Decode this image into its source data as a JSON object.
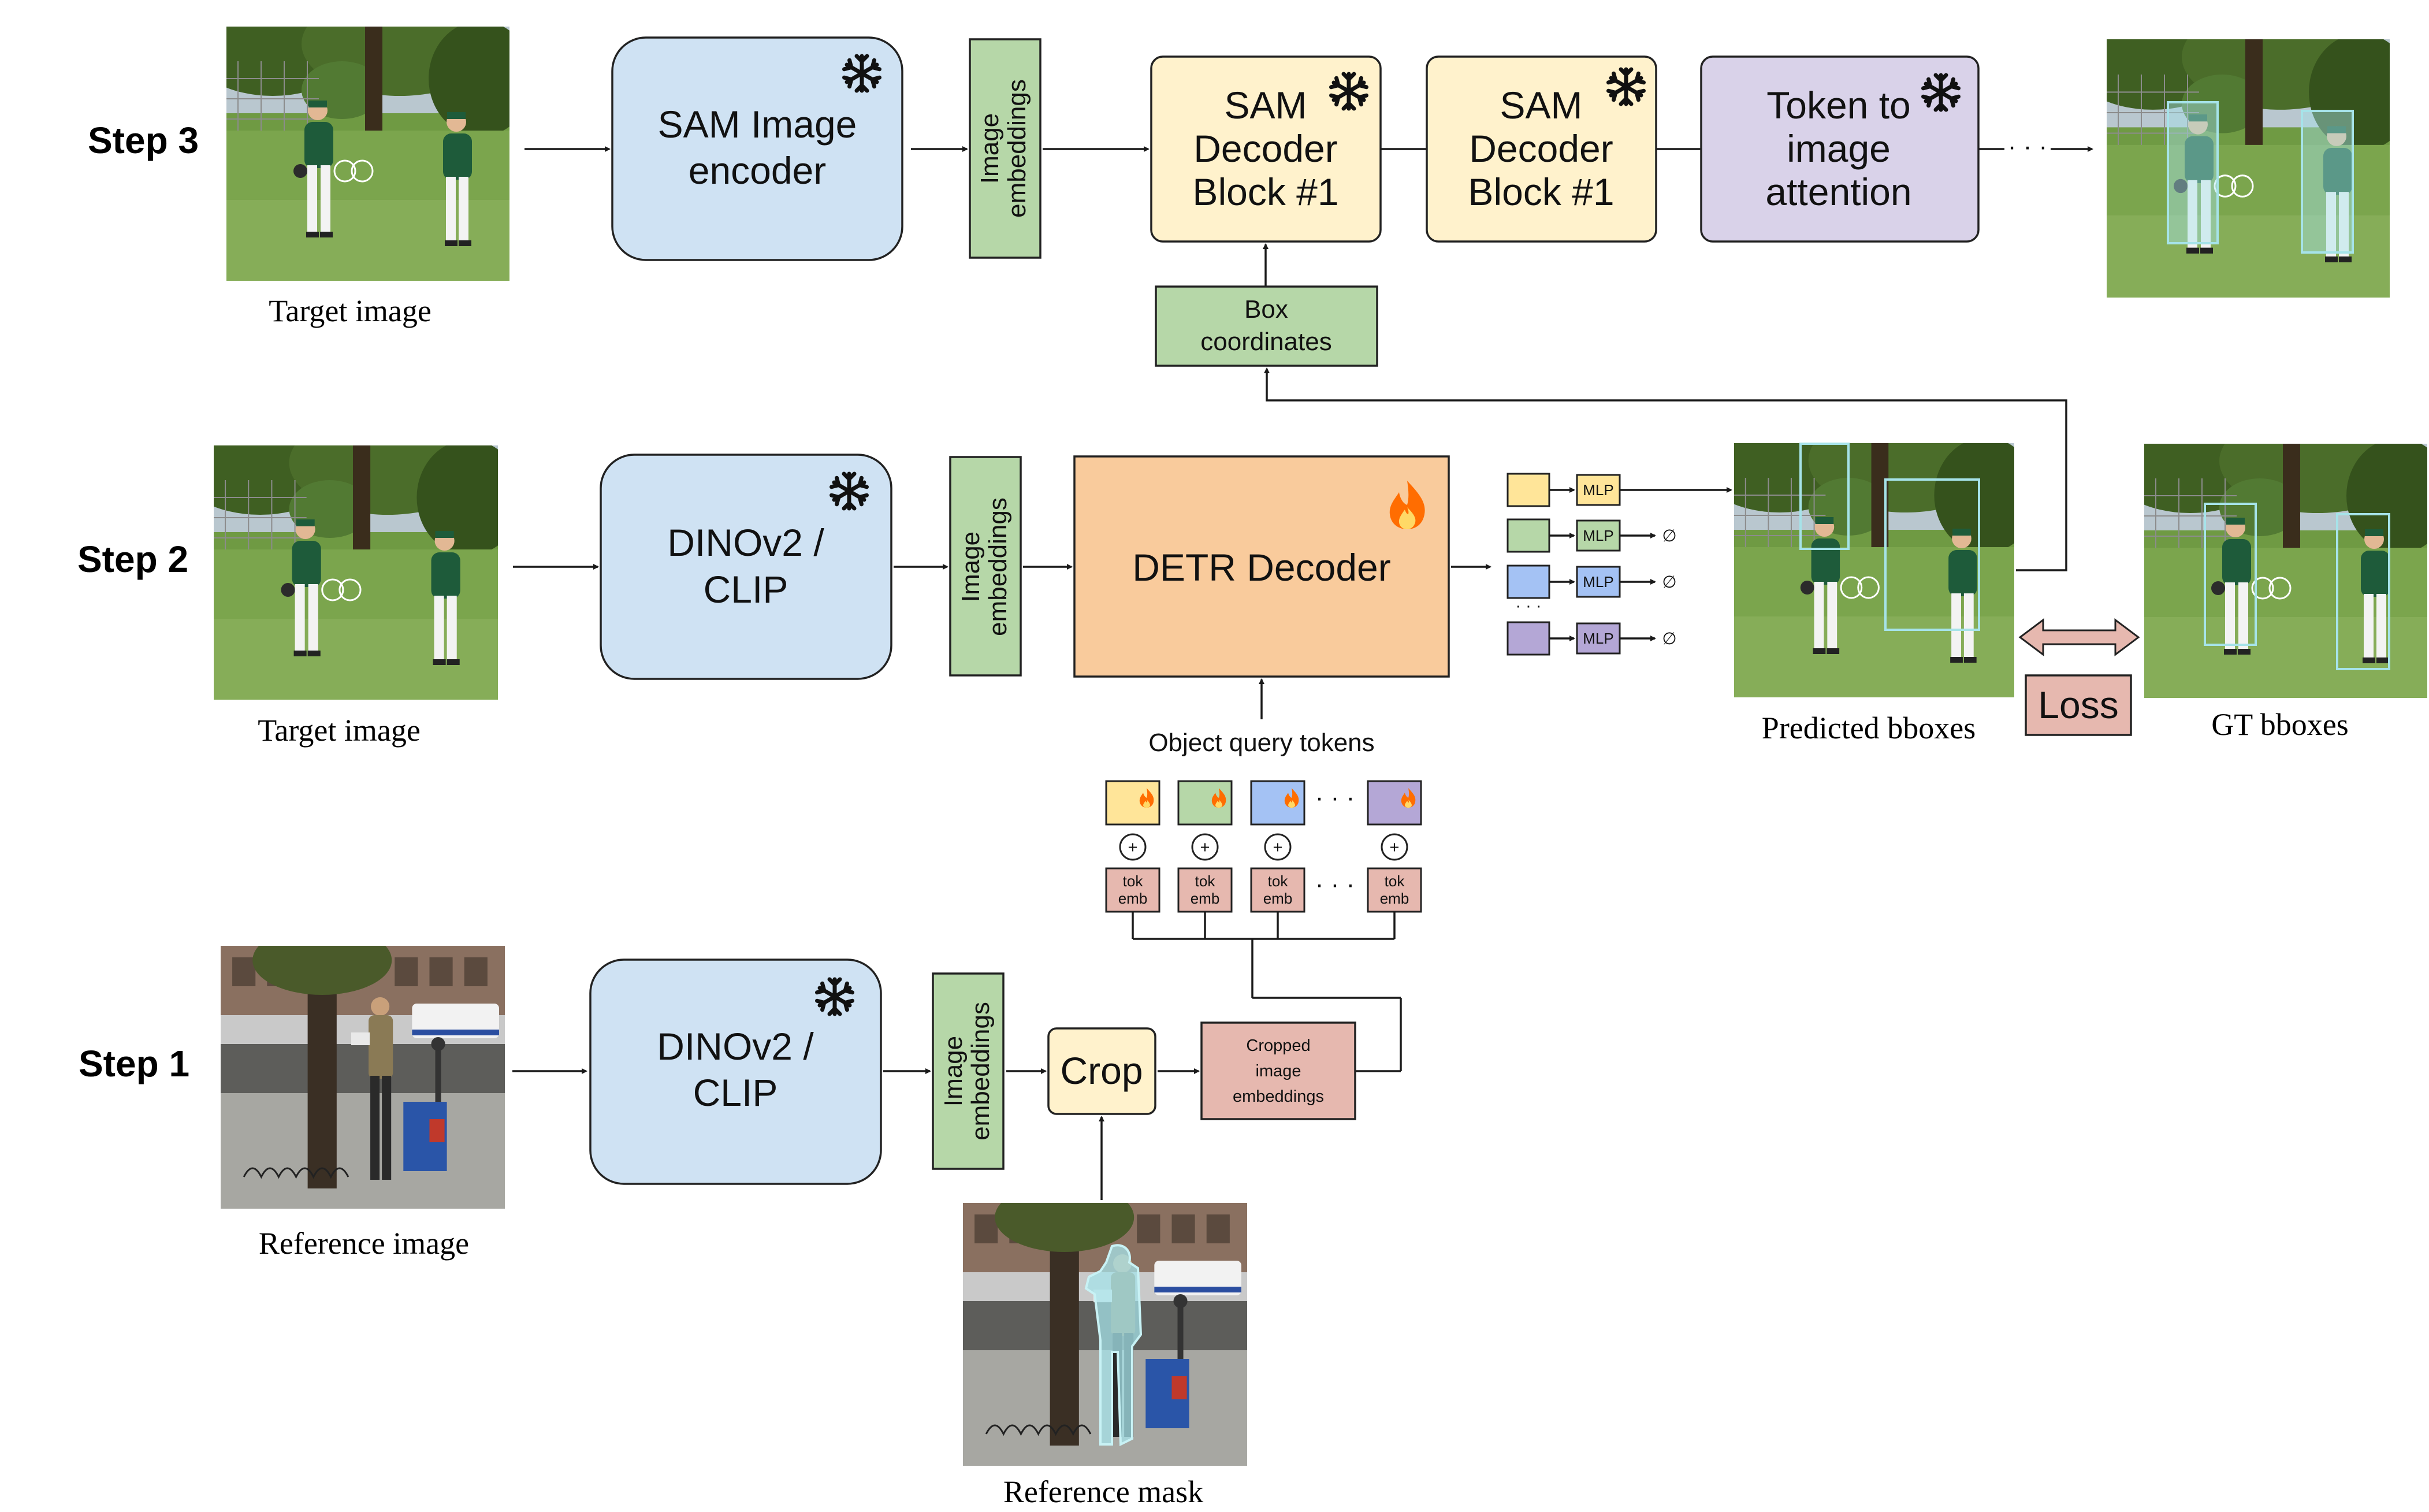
{
  "steps": {
    "step3": "Step 3",
    "step2": "Step 2",
    "step1": "Step 1"
  },
  "captions": {
    "target_image_3": "Target image",
    "target_image_2": "Target image",
    "reference_image": "Reference image",
    "reference_mask": "Reference mask",
    "predicted_bboxes": "Predicted bboxes",
    "gt_bboxes": "GT bboxes"
  },
  "step3_blocks": {
    "encoder_line1": "SAM Image",
    "encoder_line2": "encoder",
    "embed_line1": "Image",
    "embed_line2": "embeddings",
    "dec1_line1": "SAM",
    "dec1_line2": "Decoder",
    "dec1_line3": "Block #1",
    "dec2_line1": "SAM",
    "dec2_line2": "Decoder",
    "dec2_line3": "Block #1",
    "tok_line1": "Token to",
    "tok_line2": "image",
    "tok_line3": "attention",
    "ellipsis": "· · ·",
    "box_line1": "Box",
    "box_line2": "coordinates"
  },
  "step2_blocks": {
    "encoder_line1": "DINOv2 /",
    "encoder_line2": "CLIP",
    "embed_line1": "Image",
    "embed_line2": "embeddings",
    "detr": "DETR Decoder",
    "mlp": "MLP",
    "empty_set": "∅",
    "vellipsis": "· · ·",
    "loss": "Loss",
    "object_query": "Object query tokens"
  },
  "query_tokens": {
    "plus": "+",
    "tok_line1": "tok",
    "tok_line2": "emb",
    "ellipsis": "· · ·"
  },
  "step1_blocks": {
    "encoder_line1": "DINOv2 /",
    "encoder_line2": "CLIP",
    "embed_line1": "Image",
    "embed_line2": "embeddings",
    "crop": "Crop",
    "cropped_line1": "Cropped",
    "cropped_line2": "image",
    "cropped_line3": "embeddings"
  },
  "icons": {
    "frozen": "snowflake-icon",
    "trainable": "flame-icon"
  },
  "colors": {
    "blue_block": "#cfe2f3",
    "green_block": "#b6d7a8",
    "yellow_block": "#fff2cc",
    "purple_block": "#d9d2e9",
    "orange_block": "#f9cb9c",
    "pink_block": "#e6b8af",
    "query_yellow": "#ffe599",
    "query_blue": "#a4c2f4",
    "query_purple": "#b4a7d6",
    "box_cyan": "#a6e3e9",
    "flame": "#ff6d01",
    "grass": "#6f9a43",
    "trees": "#3f5f22",
    "jersey": "#1e5b3a"
  }
}
